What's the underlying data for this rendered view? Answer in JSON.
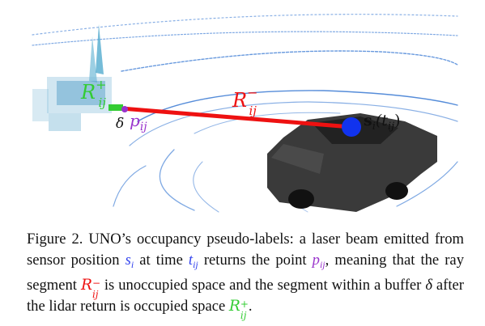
{
  "figure": {
    "label_r_plus": "R",
    "label_r_plus_sup": "+",
    "label_r_plus_sub": "ij",
    "label_r_minus": "R",
    "label_r_minus_sup": "−",
    "label_r_minus_sub": "ij",
    "label_delta": "δ",
    "label_p": "p",
    "label_p_sub": "ij",
    "label_s": "s",
    "label_s_sub": "i",
    "label_s_arg": "(t",
    "label_s_arg_sub": "ij",
    "label_s_close": ")",
    "colors": {
      "beam": "#ee1111",
      "sensor": "#1133ee",
      "occupied": "#33cc33",
      "point": "#9933cc",
      "scan": "#2a6fd0",
      "car": "#3a3a3a"
    }
  },
  "caption": {
    "prefix": "Figure 2. U",
    "sc": "NO",
    "t1": "’s occupancy pseudo-labels: a laser beam emitted from sensor position ",
    "s": "s",
    "s_sub": "i",
    "t2": " at time ",
    "t": "t",
    "t_sub": "ij",
    "t3": " returns the point ",
    "p": "p",
    "p_sub": "ij",
    "t4": ", meaning that the ray segment ",
    "rm": "R",
    "rm_sup": "−",
    "rm_sub": "ij",
    "t5": " is unoccupied space and the segment within a buffer ",
    "delta": "δ",
    "t6": " after the lidar return is occupied space ",
    "rp": "R",
    "rp_sup": "+",
    "rp_sub": "ij",
    "t7": "."
  }
}
